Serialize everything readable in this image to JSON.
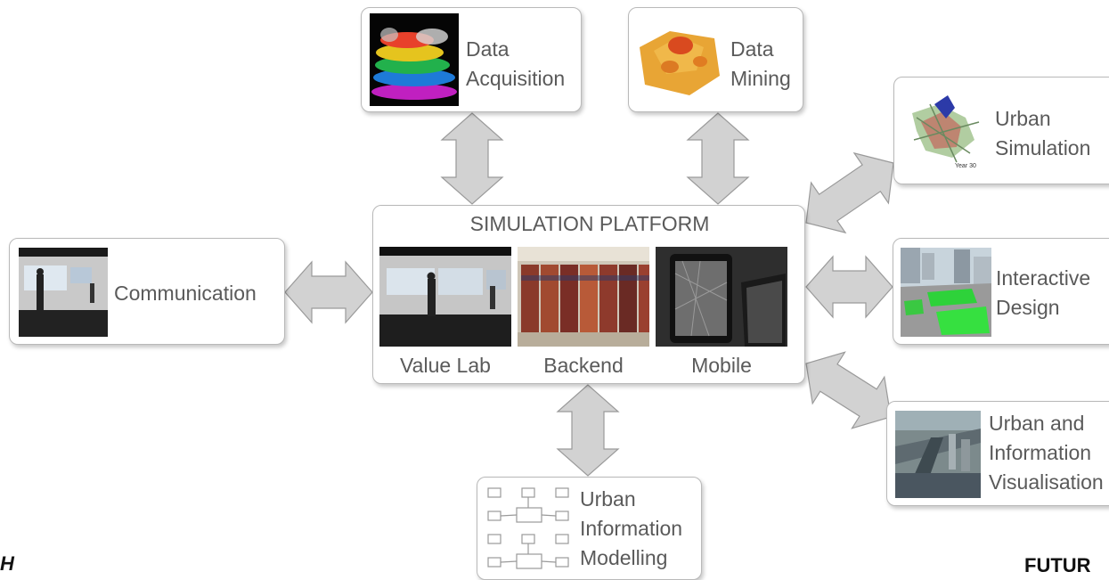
{
  "platform": {
    "title": "SIMULATION PLATFORM",
    "captions": [
      "Value Lab",
      "Backend",
      "Mobile"
    ]
  },
  "nodes": {
    "data_acquisition": "Data\nAcquisition",
    "data_mining": "Data\nMining",
    "urban_simulation": "Urban\nSimulation",
    "communication": "Communication",
    "interactive_design": "Interactive\nDesign",
    "urban_info_vis": "Urban and\nInformation\nVisualisation",
    "urban_info_modelling": "Urban\nInformation\nModelling"
  },
  "thumb_texts": {
    "year": "Year 30"
  },
  "footer": {
    "left": "H",
    "right": "FUTUR"
  },
  "colors": {
    "arrow_fill": "#d2d2d2",
    "arrow_stroke": "#9a9a9a",
    "box_border": "#b9b9b9",
    "text": "#5a5a5a"
  }
}
